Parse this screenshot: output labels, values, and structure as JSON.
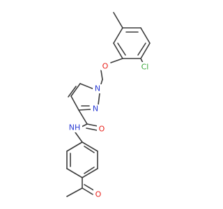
{
  "molecule": {
    "atoms": {
      "o_ether": "O",
      "cl": "Cl",
      "n_pyrazole_1": "N",
      "n_pyrazole_2": "N",
      "nh_amide": "NH",
      "o_amide": "O",
      "o_acetyl": "O"
    },
    "colors": {
      "bond": "#3b3b3b",
      "oxygen": "#e8201a",
      "nitrogen": "#2a3bd4",
      "chlorine": "#3aa83a",
      "carbon": "#3b3b3b"
    }
  }
}
